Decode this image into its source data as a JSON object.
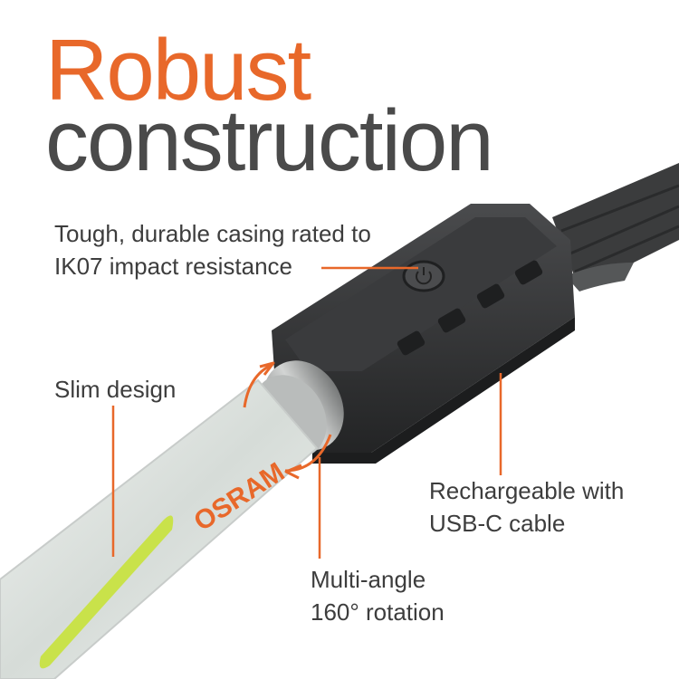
{
  "headline": {
    "line1": "Robust",
    "line2": "construction"
  },
  "callouts": {
    "casing": {
      "line1": "Tough, durable casing rated to",
      "line2": "IK07 impact resistance"
    },
    "slim": {
      "line1": "Slim design"
    },
    "charge": {
      "line1": "Rechargeable with",
      "line2": "USB-C cable"
    },
    "rotation": {
      "line1": "Multi-angle",
      "line2": "160° rotation"
    }
  },
  "product": {
    "brand_mark": "OSRAM"
  },
  "colors": {
    "accent": "#e8682a",
    "text_dark": "#3d3d3d",
    "lamp_led": "#c9e24a",
    "casing": "#2f3032"
  }
}
